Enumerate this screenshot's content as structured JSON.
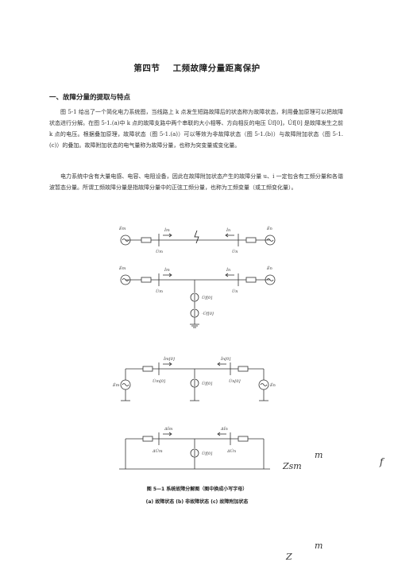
{
  "section": {
    "number": "第四节",
    "title": "工频故障分量距离保护"
  },
  "subsection": "一、故障分量的提取与特点",
  "paragraphs": [
    "图 5-1 给出了一个简化电力系统图，当线路上 k 点发生短路故障后的状态称为故障状态，利用叠加原理可以把故障状态进行分解。在图 5-1.(a)中 k 点的故障支路中两个串联的大小相等、方向相反的电压 U̇f[0]，U̇f[0] 是故障发生之前 k 点的电压。根据叠加原理，故障状态（图 5-1.(a)）可以等效为非故障状态（图 5-1.(b)）与故障附加状态（图 5-1.(c)）的叠加。故障附加状态的电气量称为故障分量，也称为突变量或变化量。",
    "电力系统中含有大量电感、电容、电阻设备，因此在故障附加状态产生的故障分量 u、i 一定包含有工频分量和各谐波暂态分量。所谓工频故障分量是指故障分量中的正弦工频分量，也称为工频变量（或工频变化量）。"
  ],
  "figure": {
    "labels": {
      "Em": "Ėm",
      "En": "Ėn",
      "Im": "İm",
      "In": "İn",
      "Um": "U̇m",
      "Un": "U̇n",
      "Uf0": "U̇f[0]",
      "nUf0": "-U̇f[0]",
      "Im0": "İm[0]",
      "In0": "İn[0]",
      "Um0": "U̇m[0]",
      "Un0": "U̇n[0]",
      "dIm": "Δİm",
      "dIn": "Δİn",
      "dUm": "ΔU̇m",
      "dUn": "ΔU̇n"
    },
    "caption_title": "图 5—1    系统故障分解图（图中换成小写字母）",
    "caption_sub": "(a) 故障状态  (b) 非故障状态    (c) 故障附加状态"
  },
  "stray": {
    "m1": "m",
    "zsm": "Zsm",
    "f": "f",
    "m2": "m",
    "z": "Z"
  }
}
